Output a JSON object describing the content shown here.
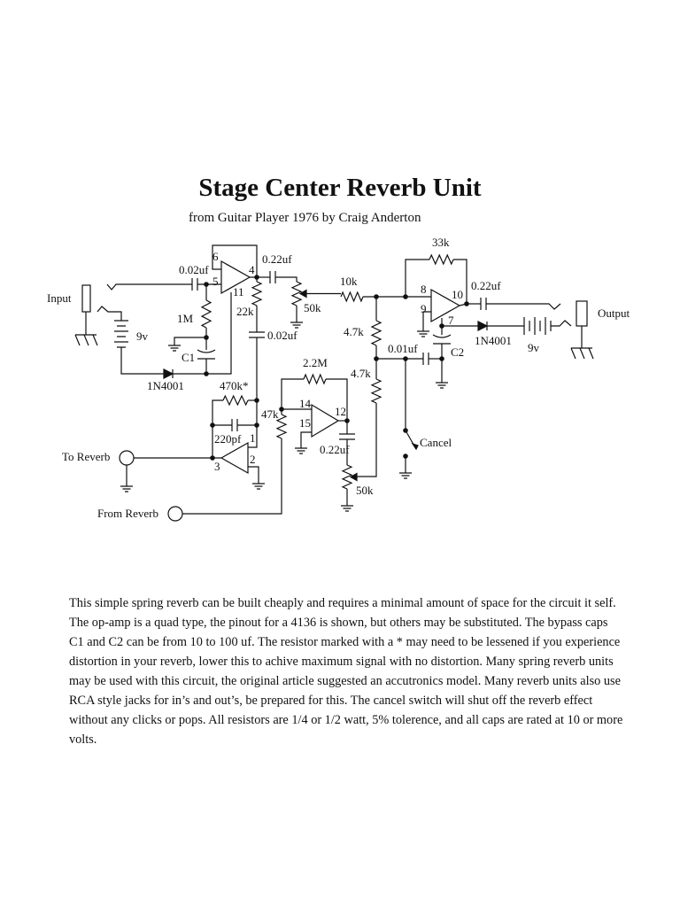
{
  "title": "Stage Center Reverb Unit",
  "subtitle": "from Guitar Player 1976 by Craig Anderton",
  "labels": {
    "input": "Input",
    "output": "Output",
    "to_reverb": "To Reverb",
    "from_reverb": "From Reverb",
    "cancel": "Cancel",
    "c_in": "0.02uf",
    "c_out1": "0.22uf",
    "c_022": "0.02uf",
    "r_1m": "1M",
    "c1": "C1",
    "bat1": "9v",
    "d1": "1N4001",
    "r_22k": "22k",
    "pot1": "50k",
    "r_10k": "10k",
    "r_33k": "33k",
    "c_out2": "0.22uf",
    "d2": "1N4001",
    "bat2": "9v",
    "c2": "C2",
    "r_47a": "4.7k",
    "r_47b": "4.7k",
    "c_001": "0.01uf",
    "r_470k": "470k*",
    "c_220p": "220pf",
    "r_22m": "2.2M",
    "r_47k": "47k",
    "c_022b": "0.22uf",
    "pot2": "50k",
    "pins": {
      "p6": "6",
      "p5": "5",
      "p4": "4",
      "p11": "11",
      "p8": "8",
      "p9": "9",
      "p10": "10",
      "p7": "7",
      "p1": "1",
      "p2": "2",
      "p3": "3",
      "p14": "14",
      "p15": "15",
      "p12": "12"
    }
  },
  "description": [
    "This simple spring reverb can be built cheaply and requires a minimal amount of space for the circuit it self.",
    "The op-amp is a quad type, the pinout for a 4136 is shown, but others may be substituted.  The bypass caps",
    "C1 and C2 can be from 10 to 100 uf.  The resistor marked with a * may need to be lessened if you experience",
    "distortion in your reverb, lower this to achive maximum signal with no distortion.   Many spring reverb units",
    "may be used with this circuit, the original article suggested an accutronics model.  Many reverb units also use",
    "RCA style jacks for in’s and out’s, be prepared for this.  The cancel switch will shut off the reverb effect",
    "without any clicks or pops.  All resistors are 1/4 or 1/2 watt, 5% tolerence, and all caps are rated at 10 or more",
    "volts."
  ]
}
